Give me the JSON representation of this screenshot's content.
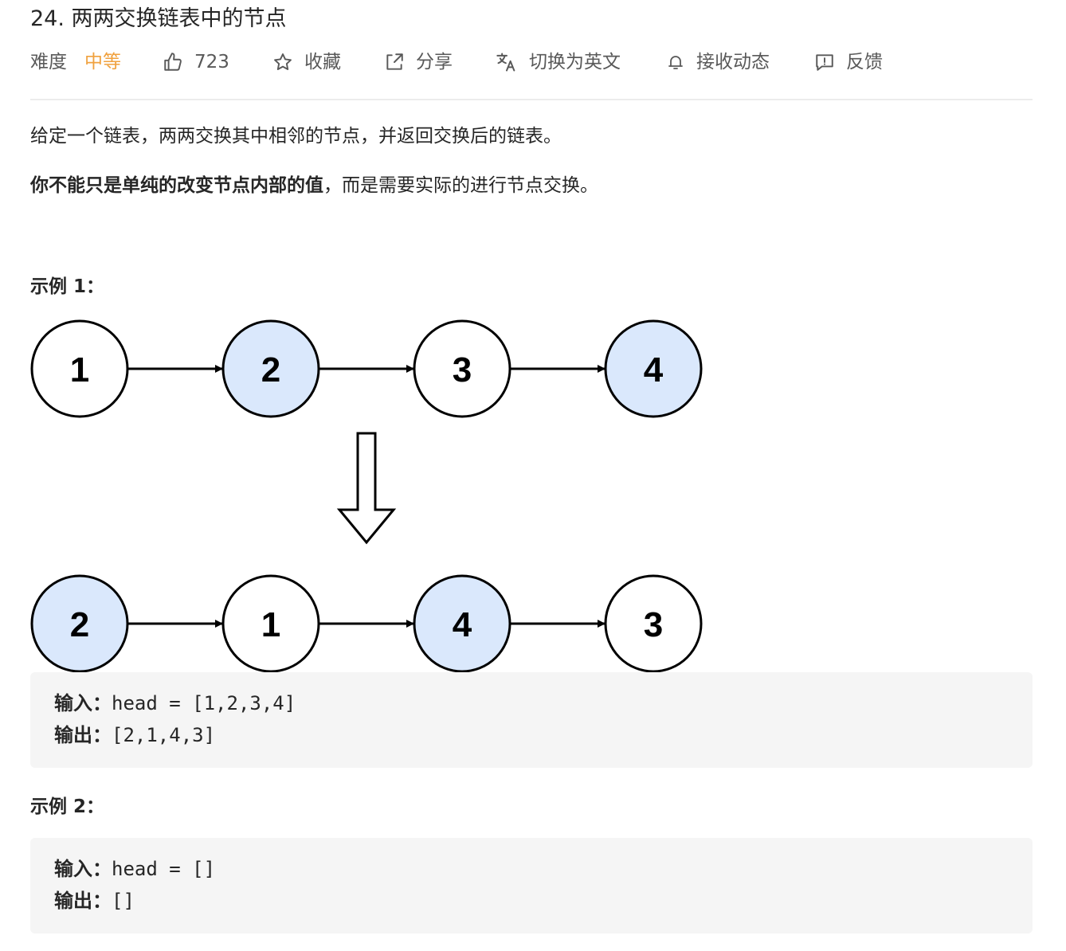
{
  "problem": {
    "title": "24. 两两交换链表中的节点"
  },
  "toolbar": {
    "difficulty_label": "难度",
    "difficulty_value": "中等",
    "likes": "723",
    "favorite_label": "收藏",
    "share_label": "分享",
    "switch_lang_label": "切换为英文",
    "subscribe_label": "接收动态",
    "feedback_label": "反馈",
    "difficulty_color": "#f0a13e"
  },
  "description": {
    "p1": "给定一个链表，两两交换其中相邻的节点，并返回交换后的链表。",
    "p2_bold": "你不能只是单纯的改变节点内部的值",
    "p2_rest": "，而是需要实际的进行节点交换。"
  },
  "examples": [
    {
      "title": "示例 1：",
      "diagram": {
        "before": [
          {
            "label": "1",
            "highlight": false
          },
          {
            "label": "2",
            "highlight": true
          },
          {
            "label": "3",
            "highlight": false
          },
          {
            "label": "4",
            "highlight": true
          }
        ],
        "after": [
          {
            "label": "2",
            "highlight": true
          },
          {
            "label": "1",
            "highlight": false
          },
          {
            "label": "4",
            "highlight": true
          },
          {
            "label": "3",
            "highlight": false
          }
        ],
        "highlight_color": "#dae8fc"
      },
      "input_label": "输入：",
      "input_value": "head = [1,2,3,4]",
      "output_label": "输出：",
      "output_value": "[2,1,4,3]"
    },
    {
      "title": "示例 2：",
      "input_label": "输入：",
      "input_value": "head = []",
      "output_label": "输出：",
      "output_value": "[]"
    }
  ]
}
